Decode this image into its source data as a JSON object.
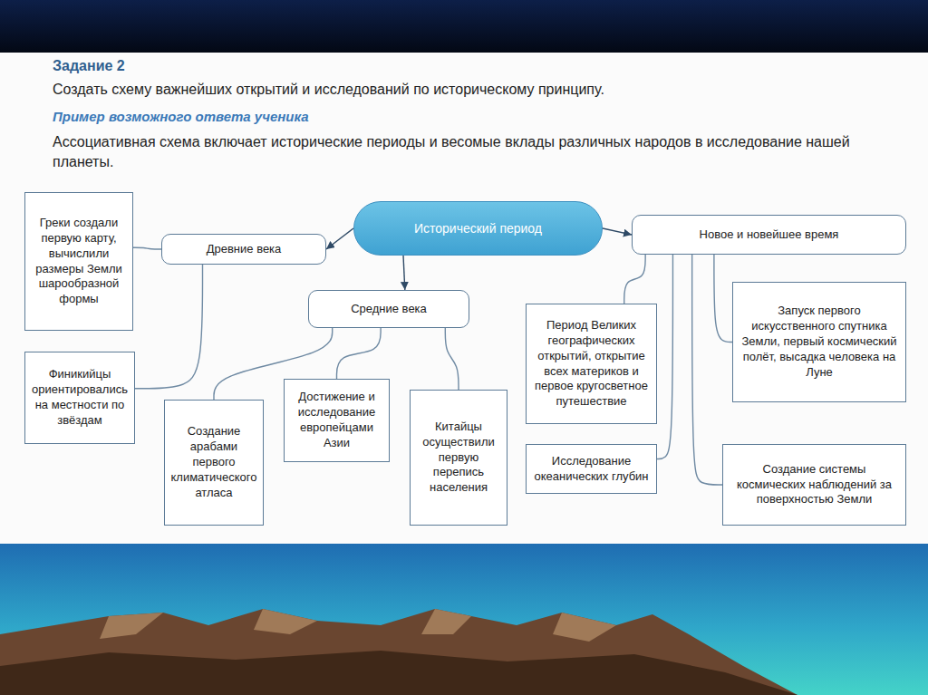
{
  "diagram": {
    "title": "Задание 2",
    "nodes": [
      {
        "text": [
          "Исторический период"
        ]
      },
      {
        "text": [
          "Древние века"
        ]
      },
      {
        "text": [
          "Средние века"
        ]
      },
      {
        "text": [
          "Новое и новейшее время"
        ]
      },
      {
        "text": [
          "Греки создали первую карту, вычислили размеры Земли шарообразной формы"
        ]
      },
      {
        "text": [
          "Финикийцы ориентировались на местности по звёздам"
        ]
      },
      {
        "text": [
          "Создание арабами первого климатического атласа"
        ]
      },
      {
        "text": [
          "Достижение и исследование европейцами Азии"
        ]
      },
      {
        "text": [
          "Китайцы осуществили первую перепись населения"
        ]
      },
      {
        "text": [
          "Период Великих географических открытий, открытие всех материков и первое кругосветное путешествие"
        ]
      },
      {
        "text": [
          "Исследование океанических глубин"
        ]
      },
      {
        "text": [
          "Запуск первого искусственного спутника Земли, первый космический полёт, высадка человека на Луне"
        ]
      },
      {
        "text": [
          "Создание системы космических наблюдений за поверхностью Земли"
        ]
      }
    ],
    "edges": [
      {
        "from": 0,
        "to": 1,
        "arrow": "to"
      },
      {
        "from": 0,
        "to": 2,
        "arrow": "to"
      },
      {
        "from": 0,
        "to": 3,
        "arrow": "to"
      },
      {
        "from": 1,
        "to": 4,
        "arrow": "none"
      },
      {
        "from": 1,
        "to": 5,
        "arrow": "none"
      },
      {
        "from": 2,
        "to": 6,
        "arrow": "none"
      },
      {
        "from": 2,
        "to": 7,
        "arrow": "none"
      },
      {
        "from": 2,
        "to": 8,
        "arrow": "none"
      },
      {
        "from": 3,
        "to": 9,
        "arrow": "none"
      },
      {
        "from": 3,
        "to": 10,
        "arrow": "none"
      },
      {
        "from": 3,
        "to": 11,
        "arrow": "none"
      },
      {
        "from": 3,
        "to": 12,
        "arrow": "none"
      }
    ],
    "labels": [
      "Создать схему важнейших открытий и исследований по историческому принципу.",
      "Пример возможного ответа ученика",
      "Ассоциативная схема включает исторические периоды и весомые вклады различных народов в исследование нашей планеты."
    ]
  }
}
